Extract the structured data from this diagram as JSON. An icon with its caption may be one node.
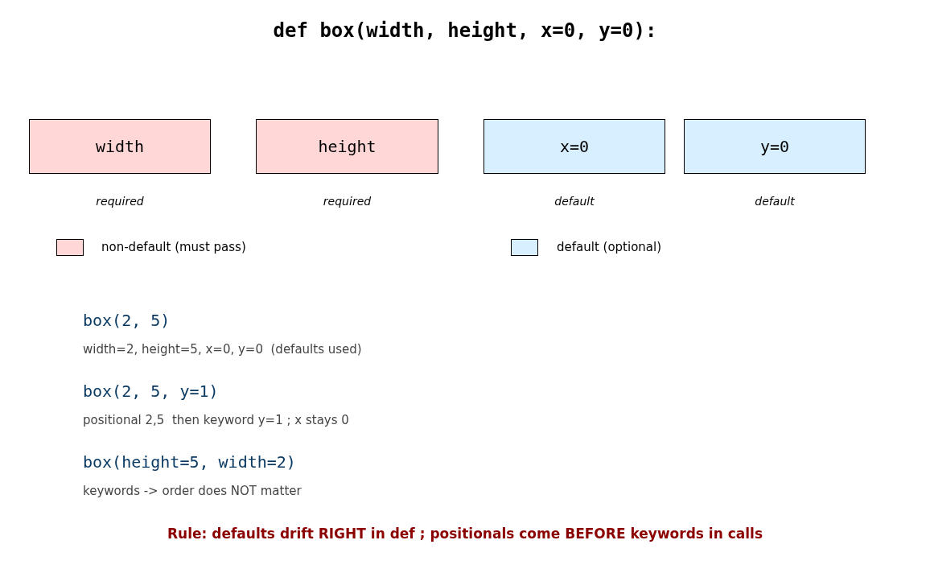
{
  "diagram": {
    "title": "def box(width, height, x=0, y=0):",
    "nodes": [
      {
        "text": [
          "width"
        ],
        "beside": [
          "required"
        ]
      },
      {
        "text": [
          "height"
        ],
        "beside": [
          "required"
        ]
      },
      {
        "text": [
          "x=0"
        ],
        "beside": [
          "default"
        ]
      },
      {
        "text": [
          "y=0"
        ],
        "beside": [
          "default"
        ]
      }
    ],
    "edges": [],
    "labels": [
      "box(2, 5)",
      "width=2, height=5, x=0, y=0  (defaults used)",
      "box(2, 5, y=1)",
      "positional 2,5  then keyword y=1 ; x stays 0",
      "box(height=5, width=2)",
      "keywords -> order does NOT matter",
      "Rule: defaults drift RIGHT in def ; positionals come BEFORE keywords in calls"
    ],
    "legend": [
      {
        "text": "non-default (must pass)",
        "color": "#ffd7d7"
      },
      {
        "text": "default (optional)",
        "color": "#d7efff"
      }
    ]
  }
}
